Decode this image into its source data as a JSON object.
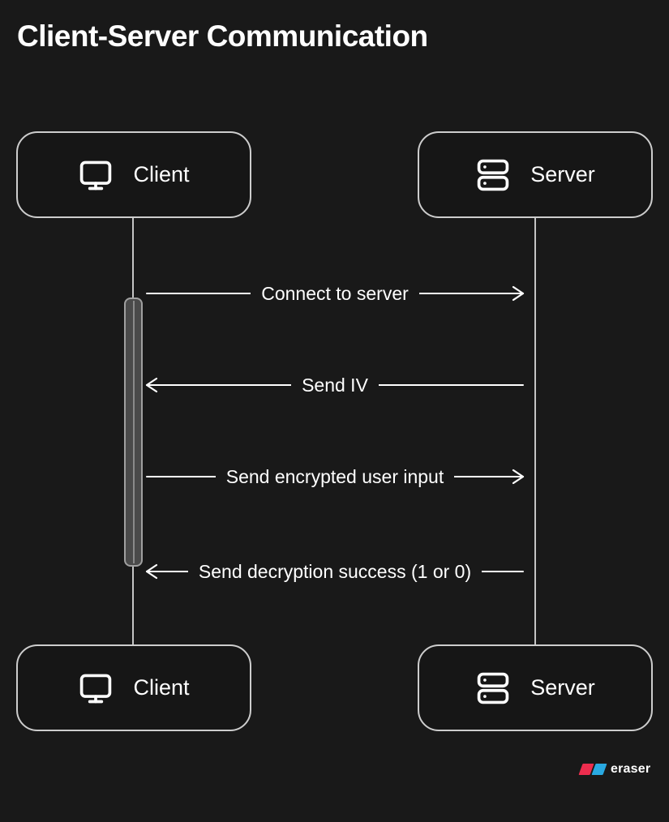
{
  "title": "Client-Server Communication",
  "actors": {
    "client_label": "Client",
    "server_label": "Server",
    "client_icon": "monitor-icon",
    "server_icon": "server-icon"
  },
  "lifelines": [
    {
      "actor": "Client"
    },
    {
      "actor": "Server"
    }
  ],
  "activation": {
    "on": "Client"
  },
  "messages": [
    {
      "label": "Connect to server",
      "direction": "right"
    },
    {
      "label": "Send IV",
      "direction": "left"
    },
    {
      "label": "Send encrypted user input",
      "direction": "right"
    },
    {
      "label": "Send decryption success (1 or 0)",
      "direction": "left"
    }
  ],
  "watermark": {
    "brand": "eraser"
  },
  "colors": {
    "background": "#191919",
    "node_fill": "#161616",
    "node_border": "#cdcdcd",
    "lifeline": "#c4c4c4",
    "message_line": "#ffffff",
    "text": "#ffffff",
    "activation_fill": "#4a4a4a",
    "activation_border": "#a0a0a0",
    "logo_red": "#ed2d4e",
    "logo_blue": "#29a9e1"
  }
}
